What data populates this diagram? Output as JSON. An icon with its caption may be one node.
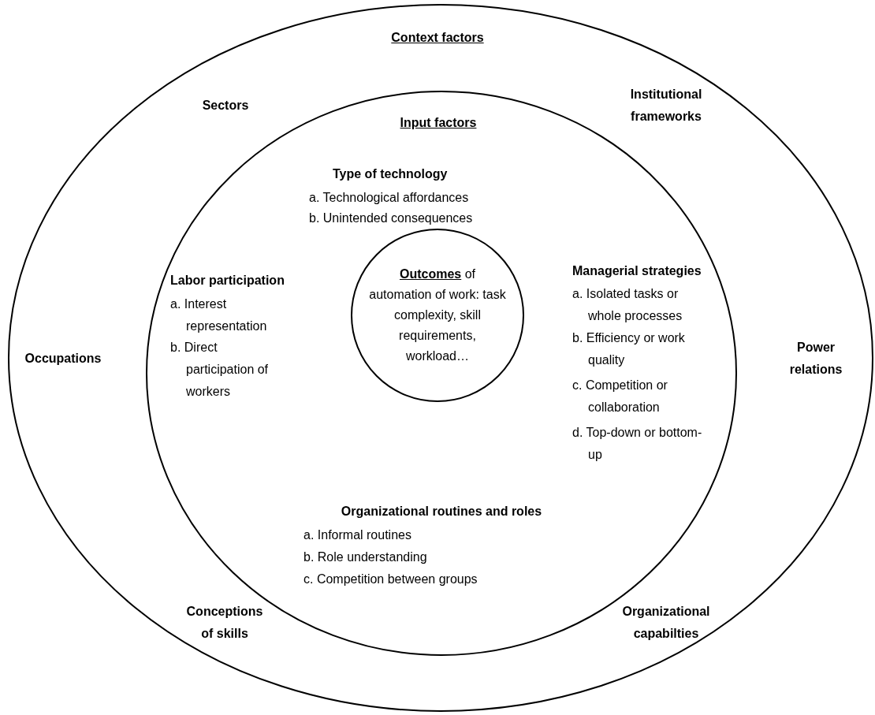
{
  "diagram": {
    "nodes": [
      {
        "text": [
          "Context factors",
          "Sectors",
          "Institutional frameworks",
          "Occupations",
          "Power relations",
          "Conceptions of skills",
          "Organizational capabilties"
        ]
      },
      {
        "text": [
          "Input factors",
          "Type of technology",
          "a. Technological affordances",
          "b. Unintended consequences",
          "Labor participation",
          "a. Interest representation",
          "b. Direct participation of workers",
          "Managerial strategies",
          "a. Isolated tasks or whole processes",
          "b. Efficiency or work quality",
          "c. Competition or collaboration",
          "d. Top-down or bottom-up",
          "Organizational routines and roles",
          "a. Informal routines",
          "b. Role understanding",
          "c. Competition between groups"
        ],
        "in": 0
      },
      {
        "text": [
          "**Outcomes** of automation of work: task complexity, skill requirements, workload…"
        ],
        "in": 1
      }
    ]
  }
}
